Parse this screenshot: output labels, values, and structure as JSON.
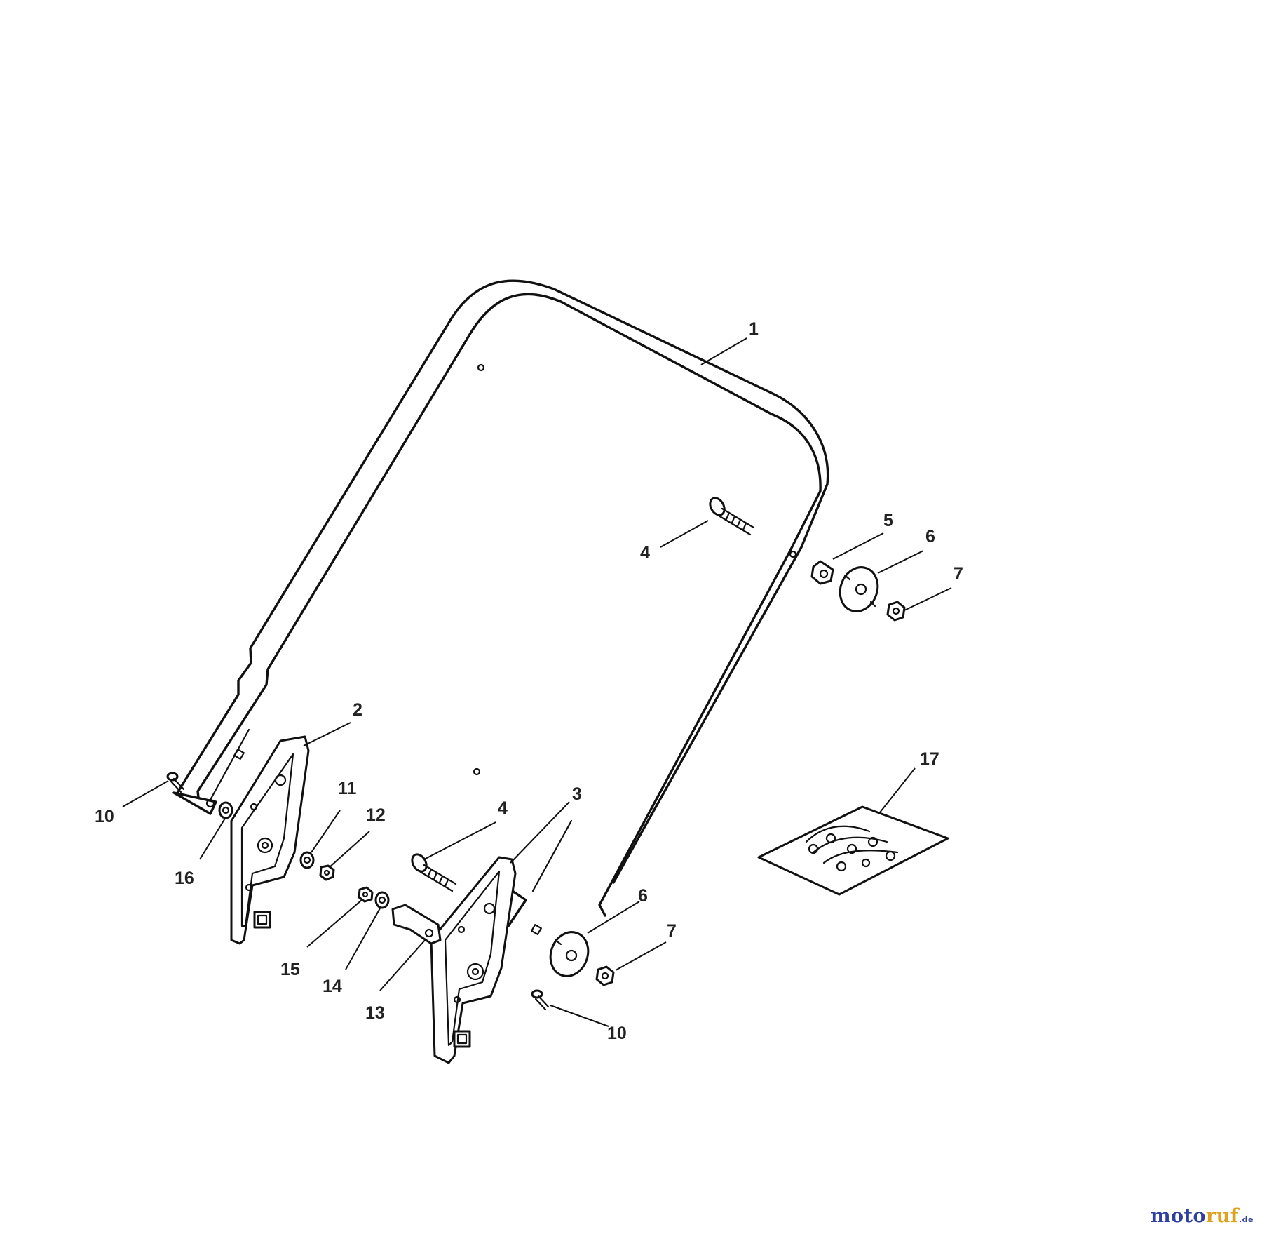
{
  "callouts": {
    "c1": "1",
    "c2": "2",
    "c3": "3",
    "c4a": "4",
    "c4b": "4",
    "c5": "5",
    "c6a": "6",
    "c6b": "6",
    "c7a": "7",
    "c7b": "7",
    "c10a": "10",
    "c10b": "10",
    "c11": "11",
    "c12": "12",
    "c13": "13",
    "c14": "14",
    "c15": "15",
    "c16": "16",
    "c17": "17"
  },
  "watermark": {
    "part1": "moto",
    "part2": "ruf",
    "suffix": ".de"
  }
}
